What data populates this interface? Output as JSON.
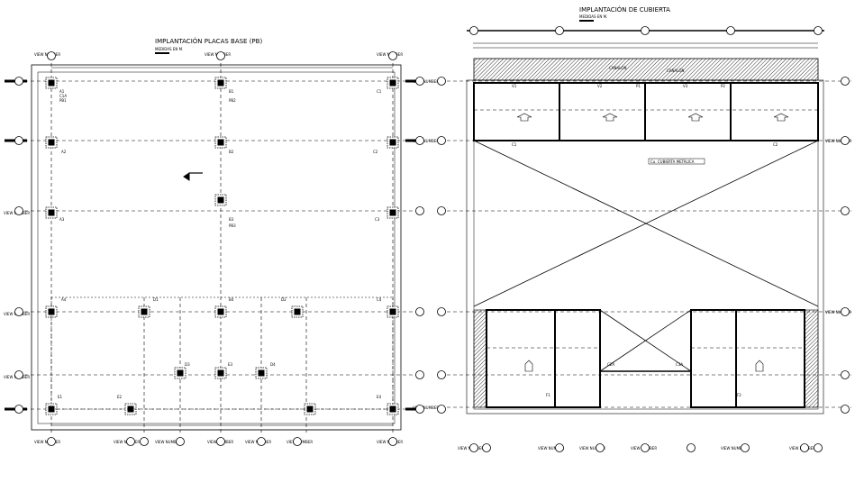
{
  "left_plan": {
    "title": "IMPLANTACIÓN PLACAS BASE (PB)",
    "subtitle": "MEDIDAS EN M.",
    "view_label": "VIEW NUMBER",
    "column_labels": [
      "A1",
      "B1",
      "A2",
      "B2",
      "A3",
      "B3",
      "A4",
      "B4",
      "C1",
      "C2",
      "C3",
      "C4",
      "D1",
      "D2",
      "D3",
      "D4",
      "E1",
      "E2",
      "E3",
      "E4"
    ],
    "tag_labels": [
      "C1A",
      "PB1",
      "PB2",
      "PB3"
    ]
  },
  "right_plan": {
    "title": "IMPLANTACIÓN DE CUBIERTA",
    "subtitle": "MEDIDAS EN M.",
    "view_label": "VIEW NUMBER",
    "top_labels": [
      "CANALÓN",
      "CANALÓN"
    ],
    "note": "Cu. CUBIERTA METÁLICA",
    "beam_labels": [
      "V1",
      "V2",
      "V3",
      "P1",
      "P2",
      "C1",
      "C2",
      "F1",
      "F2",
      "C2A",
      "C3A"
    ]
  },
  "colors": {
    "ink": "#000000",
    "background": "#ffffff",
    "hatch": "#000000"
  }
}
